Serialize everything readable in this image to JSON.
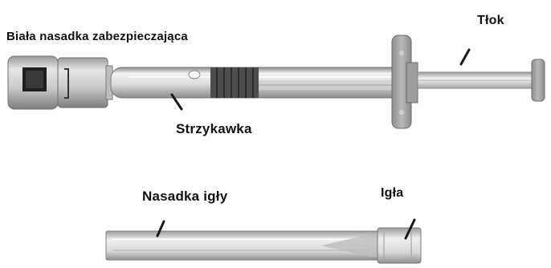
{
  "labels": {
    "safety_cap": "Biała nasadka zabezpieczająca",
    "plunger": "Tłok",
    "syringe": "Strzykawka",
    "needle_cap": "Nasadka igły",
    "needle": "Igła"
  }
}
